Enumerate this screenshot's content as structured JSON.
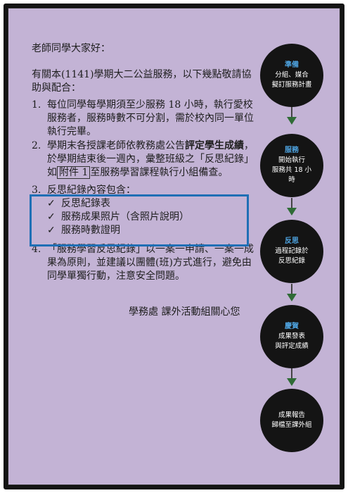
{
  "greeting": "老師同學大家好：",
  "intro": "有關本(1141)學期大二公益服務，以下幾點敬請協助與配合：",
  "list": [
    {
      "num": "1.",
      "text": "每位同學每學期須至少服務 18 小時，執行愛校服務者，服務時數不可分割，需於校內同一單位執行完畢。"
    },
    {
      "num": "2.",
      "text_a": "學期末各授課老師依教務處公告",
      "text_bold": "評定學生成績",
      "text_b": "，於學期結束後一週內，彙整班級之「反思紀錄」如",
      "text_boxed": "附件 1",
      "text_c": "至服務學習課程執行小組備查。"
    },
    {
      "num": "3.",
      "text": "反思紀錄內容包含：",
      "items": [
        "反思紀錄表",
        "服務成果照片（含照片說明）",
        "服務時數證明"
      ]
    },
    {
      "num": "4.",
      "text": "「服務學習反思紀錄」以一案一申請、一案一成果為原則，並建議以團體(班)方式進行，避免由同學單獨行動，注意安全問題。"
    }
  ],
  "check_mark": "✓",
  "signature": "學務處  課外活動組關心您",
  "flow": [
    {
      "title": "準備",
      "lines": [
        "分組、媒合",
        "擬訂服務計畫"
      ]
    },
    {
      "title": "服務",
      "lines": [
        "開始執行",
        "服務共 18 小",
        "時"
      ]
    },
    {
      "title": "反思",
      "lines": [
        "過程記錄於",
        "反思紀錄"
      ]
    },
    {
      "title": "慶賀",
      "lines": [
        "成果發表",
        "與評定成績"
      ]
    },
    {
      "title": "",
      "lines": [
        "成果報告",
        "歸檔至課外組"
      ]
    }
  ],
  "colors": {
    "background": "#c3b3d5",
    "highlight": "#1f6fb5",
    "circle": "#141414",
    "circle_title": "#4ea3e0",
    "arrow": "#2f6b36"
  }
}
